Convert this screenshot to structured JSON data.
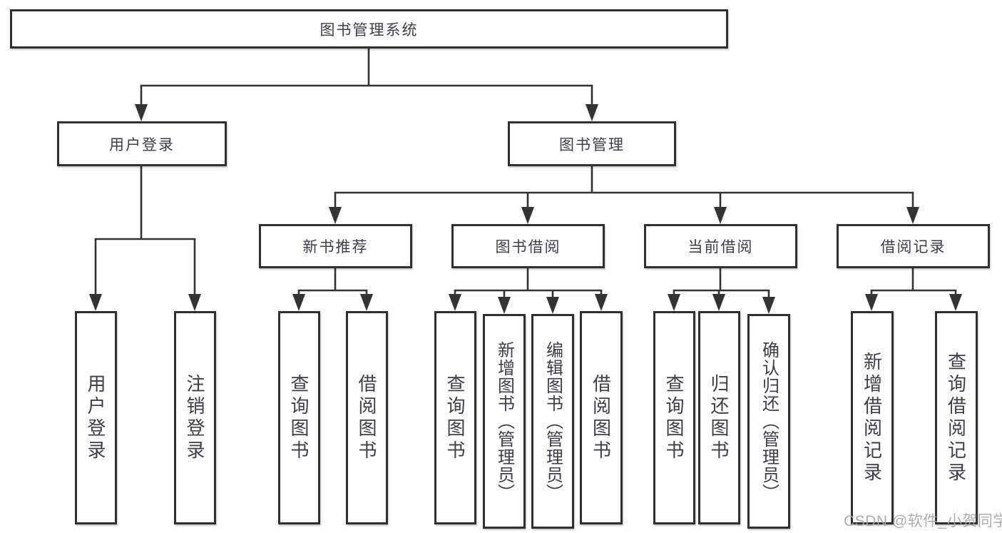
{
  "diagram": {
    "root": {
      "label": "图书管理系统"
    },
    "level2": {
      "user_login": {
        "label": "用户登录"
      },
      "book_mgmt": {
        "label": "图书管理"
      }
    },
    "level3": {
      "new_rec": {
        "label": "新书推荐"
      },
      "borrow": {
        "label": "图书借阅"
      },
      "current": {
        "label": "当前借阅"
      },
      "records": {
        "label": "借阅记录"
      }
    },
    "leaves": {
      "user_login_leaf": {
        "label": "用户登录"
      },
      "logout": {
        "label": "注销登录"
      },
      "rec_query": {
        "label": "查询图书"
      },
      "rec_borrow": {
        "label": "借阅图书"
      },
      "borrow_query": {
        "label": "查询图书"
      },
      "borrow_add": {
        "label": "新增图书（管理员）"
      },
      "borrow_edit": {
        "label": "编辑图书（管理员）"
      },
      "borrow_borrow": {
        "label": "借阅图书"
      },
      "current_query": {
        "label": "查询图书"
      },
      "current_return": {
        "label": "归还图书"
      },
      "current_confirm": {
        "label": "确认归还（管理员）"
      },
      "records_add": {
        "label": "新增借阅记录"
      },
      "records_query": {
        "label": "查询借阅记录"
      }
    }
  },
  "watermark": {
    "text": "CSDN @软件_小贺同学"
  },
  "colors": {
    "line": "#333333",
    "border": "#303030",
    "text": "#3c3f44",
    "box_background": "#ffffff",
    "watermark": "#a4a4a4"
  }
}
